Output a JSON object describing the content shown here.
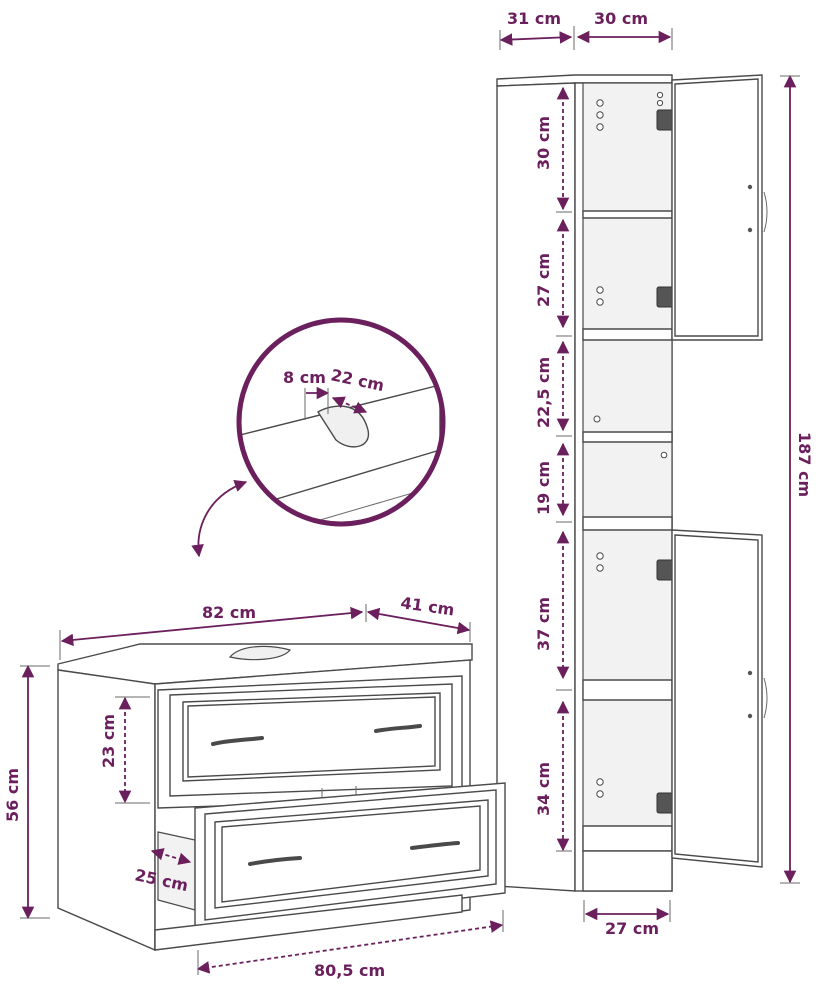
{
  "accent_color": "#6b1f5c",
  "line_color": "#4a4a4a",
  "dimensions": {
    "tall_depth": "31 cm",
    "tall_width": "30 cm",
    "shelf_1": "30 cm",
    "shelf_2": "27 cm",
    "shelf_3": "22,5 cm",
    "shelf_4": "19 cm",
    "shelf_5": "37 cm",
    "shelf_6": "34 cm",
    "tall_height": "187 cm",
    "tall_inner_width": "27 cm",
    "cutout_width": "8 cm",
    "cutout_depth": "22 cm",
    "vanity_width": "82 cm",
    "vanity_depth": "41 cm",
    "drawer_height": "23 cm",
    "vanity_height": "56 cm",
    "drawer_depth": "25 cm",
    "vanity_inner_width": "80,5 cm"
  },
  "icons": {
    "detail_zoom": "magnifier-circle",
    "curved_pointer": "curved-double-arrow"
  }
}
